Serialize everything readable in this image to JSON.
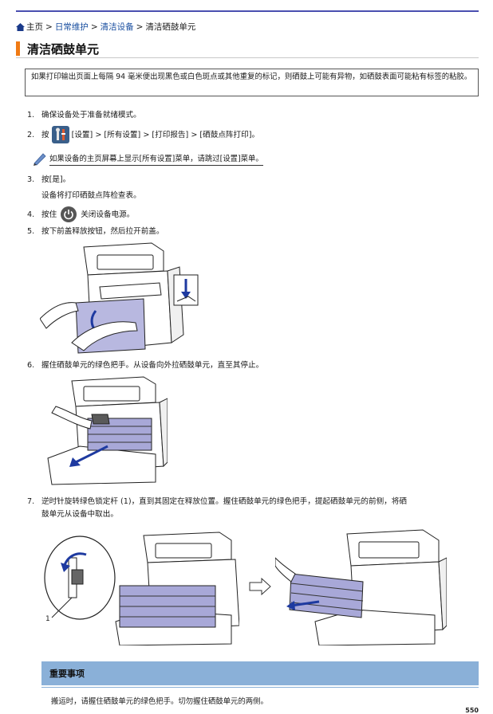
{
  "breadcrumb": {
    "home": "主页",
    "sep": ">",
    "item1": "日常维护",
    "item2": "清洁设备",
    "current": "清洁硒鼓单元"
  },
  "title": "清洁硒鼓单元",
  "note": "如果打印输出页面上每隔 94 毫米便出现黑色或白色斑点或其他重复的标记，则硒鼓上可能有异物，如硒鼓表面可能粘有标签的粘胶。",
  "steps": {
    "s1": {
      "num": "1.",
      "text": "确保设备处于准备就绪模式。"
    },
    "s2": {
      "num": "2.",
      "pre": "按",
      "post": "[设置] > [所有设置] > [打印报告] > [硒鼓点阵打印]。"
    },
    "tip": "如果设备的主页屏幕上显示[所有设置]菜单，请跳过[设置]菜单。",
    "s3": {
      "num": "3.",
      "text": "按[是]。",
      "sub": "设备将打印硒鼓点阵检查表。"
    },
    "s4": {
      "num": "4.",
      "pre": "按住",
      "post": "关闭设备电源。"
    },
    "s5": {
      "num": "5.",
      "text": "按下前盖释放按钮，然后拉开前盖。"
    },
    "s6": {
      "num": "6.",
      "text": "握住硒鼓单元的绿色把手。从设备向外拉硒鼓单元，直至其停止。"
    },
    "s7": {
      "num": "7.",
      "line1": "逆时针旋转绿色锁定杆 (1)，直到其固定在释放位置。握住硒鼓单元的绿色把手，提起硒鼓单元的前侧，将硒",
      "line2": "鼓单元从设备中取出。"
    }
  },
  "callout_label": "1",
  "important": {
    "heading": "重要事项",
    "text": "搬运时，请握住硒鼓单元的绿色把手。切勿握住硒鼓单元的两侧。"
  },
  "page_number": "550",
  "colors": {
    "accent_orange": "#f07a14",
    "link_blue": "#1a4fa0",
    "important_bg": "#8ab0d8",
    "top_rule": "#4a4fb0",
    "drum_purple": "#a8a8d8"
  }
}
